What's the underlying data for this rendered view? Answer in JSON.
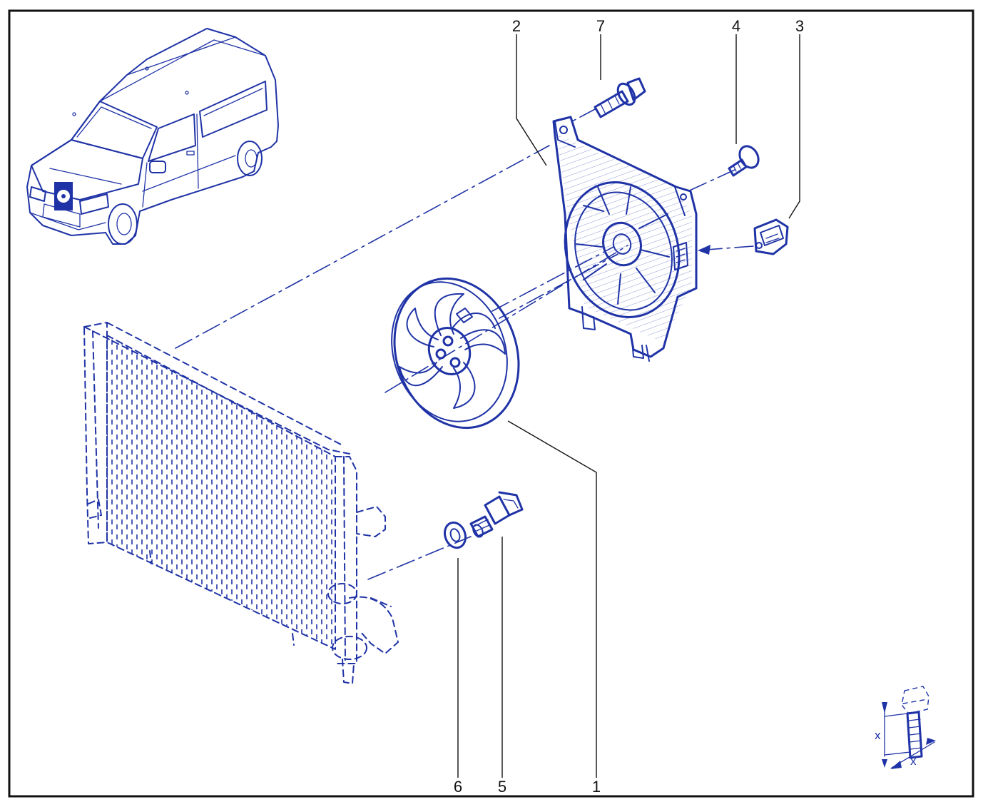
{
  "callouts": [
    {
      "id": "callout-2",
      "label": "2"
    },
    {
      "id": "callout-7",
      "label": "7"
    },
    {
      "id": "callout-4",
      "label": "4"
    },
    {
      "id": "callout-3",
      "label": "3"
    },
    {
      "id": "callout-1",
      "label": "1"
    },
    {
      "id": "callout-6",
      "label": "6"
    },
    {
      "id": "callout-5",
      "label": "5"
    }
  ],
  "dimension": {
    "length_label": "x",
    "diameter_label": "x"
  },
  "colors": {
    "ink": "#1f33a6",
    "frame": "#111111",
    "background": "#ffffff"
  }
}
